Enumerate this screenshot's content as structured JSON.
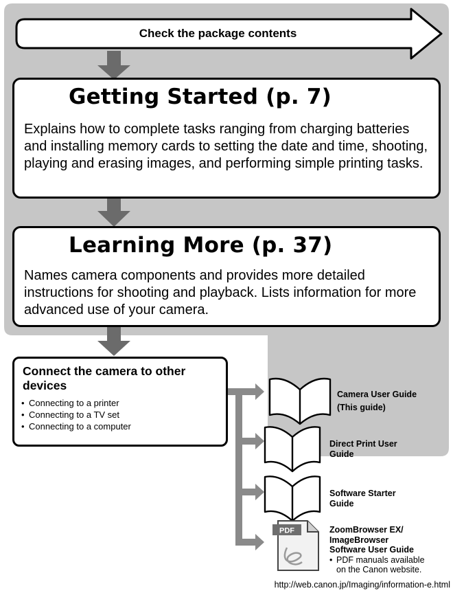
{
  "header": {
    "label": "Check the package contents"
  },
  "getting_started": {
    "title": "Getting Started (p. 7)",
    "description": "Explains how to complete tasks ranging from charging batteries and installing memory cards to setting the date and time, shooting, playing and erasing images, and performing simple printing tasks."
  },
  "learning_more": {
    "title": "Learning More (p. 37)",
    "description": "Names camera components and provides more detailed instructions for shooting and playback. Lists information for more advanced use of your camera."
  },
  "connect": {
    "title": "Connect the camera to other devices",
    "items": [
      "Connecting to a printer",
      "Connecting to a TV set",
      "Connecting to a computer"
    ]
  },
  "guides": {
    "camera_user_guide": {
      "line1": "Camera User Guide",
      "line2": "(This guide)"
    },
    "direct_print": {
      "line1": "Direct Print User",
      "line2": "Guide"
    },
    "software_starter": {
      "line1": "Software Starter",
      "line2": "Guide"
    },
    "zoombrowser": {
      "line1": "ZoomBrowser EX/",
      "line2": "ImageBrowser",
      "line3": "Software User Guide",
      "note1": "PDF manuals available",
      "note2": "on the Canon website.",
      "pdf_label": "PDF"
    }
  },
  "footer": {
    "url": "http://web.canon.jp/Imaging/information-e.html"
  },
  "colors": {
    "panel_gray": "#c6c6c6",
    "arrow_gray": "#6b6b6b",
    "line_gray": "#8a8a8a"
  }
}
